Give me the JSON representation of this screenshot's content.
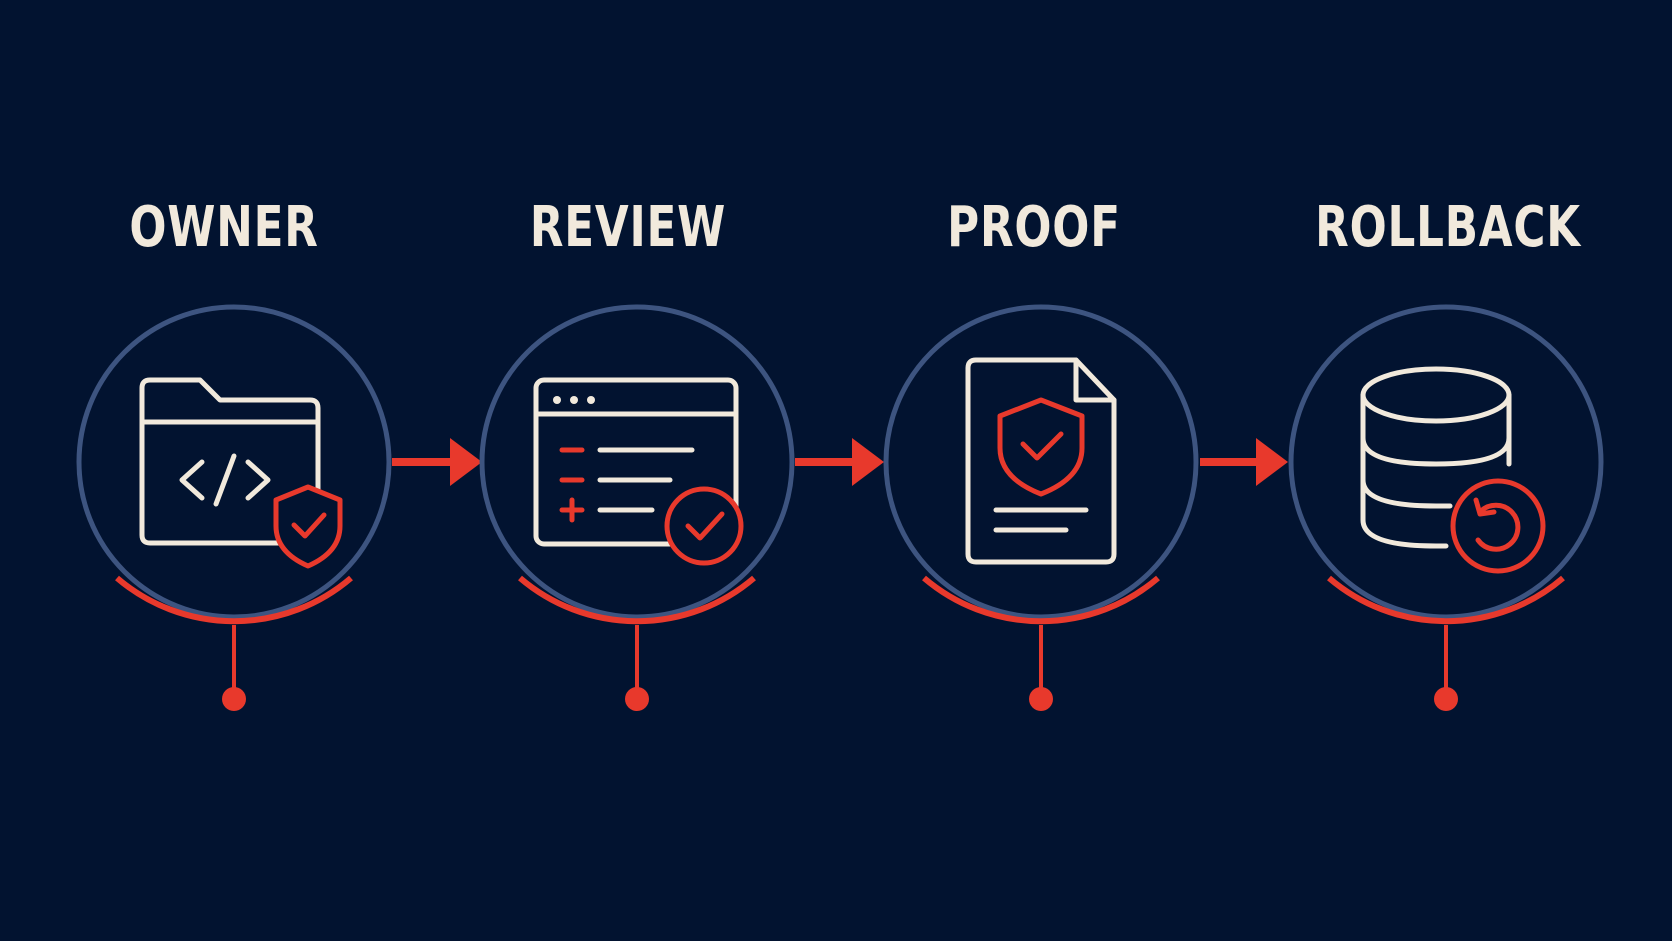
{
  "colors": {
    "background": "#021330",
    "ring": "#3d5480",
    "accent": "#e8392c",
    "icon_stroke": "#f1e9dc"
  },
  "steps": [
    {
      "label": "OWNER",
      "icon": "folder-code-shield-icon"
    },
    {
      "label": "REVIEW",
      "icon": "browser-checklist-check-icon"
    },
    {
      "label": "PROOF",
      "icon": "document-shield-check-icon"
    },
    {
      "label": "ROLLBACK",
      "icon": "database-rollback-icon"
    }
  ]
}
